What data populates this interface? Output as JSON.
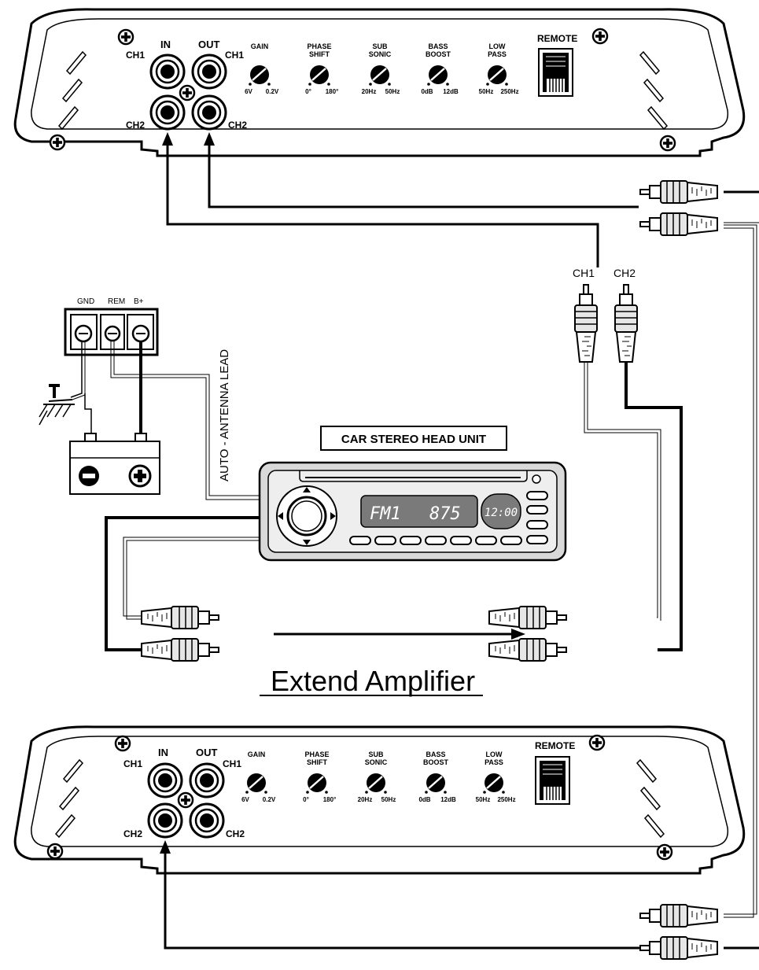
{
  "amp_top": {
    "in_label": "IN",
    "out_label": "OUT",
    "ch1_left": "CH1",
    "ch1_right": "CH1",
    "ch2_left": "CH2",
    "ch2_right": "CH2",
    "remote_label": "REMOTE",
    "controls": [
      {
        "name": "GAIN",
        "name2": "",
        "lo": "6V",
        "hi": "0.2V"
      },
      {
        "name": "PHASE",
        "name2": "SHIFT",
        "lo": "0°",
        "hi": "180°"
      },
      {
        "name": "SUB",
        "name2": "SONIC",
        "lo": "20Hz",
        "hi": "50Hz"
      },
      {
        "name": "BASS",
        "name2": "BOOST",
        "lo": "0dB",
        "hi": "12dB"
      },
      {
        "name": "LOW",
        "name2": "PASS",
        "lo": "50Hz",
        "hi": "250Hz"
      }
    ]
  },
  "amp_bottom": {
    "in_label": "IN",
    "out_label": "OUT",
    "ch1_left": "CH1",
    "ch1_right": "CH1",
    "ch2_left": "CH2",
    "ch2_right": "CH2",
    "remote_label": "REMOTE",
    "controls": [
      {
        "name": "GAIN",
        "name2": "",
        "lo": "6V",
        "hi": "0.2V"
      },
      {
        "name": "PHASE",
        "name2": "SHIFT",
        "lo": "0°",
        "hi": "180°"
      },
      {
        "name": "SUB",
        "name2": "SONIC",
        "lo": "20Hz",
        "hi": "50Hz"
      },
      {
        "name": "BASS",
        "name2": "BOOST",
        "lo": "0dB",
        "hi": "12dB"
      },
      {
        "name": "LOW",
        "name2": "PASS",
        "lo": "50Hz",
        "hi": "250Hz"
      }
    ]
  },
  "power_terminal": {
    "gnd": "GND",
    "rem": "REM",
    "bplus": "B+"
  },
  "rca_labels": {
    "ch1": "CH1",
    "ch2": "CH2"
  },
  "antenna_lead": "AUTO - ANTENNA LEAD",
  "head_unit": {
    "title": "CAR STEREO HEAD UNIT",
    "band": "FM1",
    "freq": "875",
    "clock": "12:00"
  },
  "extend_title": "Extend Amplifier",
  "colors": {
    "ink": "#000000",
    "panel": "#ffffff",
    "grey": "#d9d9d9",
    "lcd": "#7a7a7a"
  }
}
